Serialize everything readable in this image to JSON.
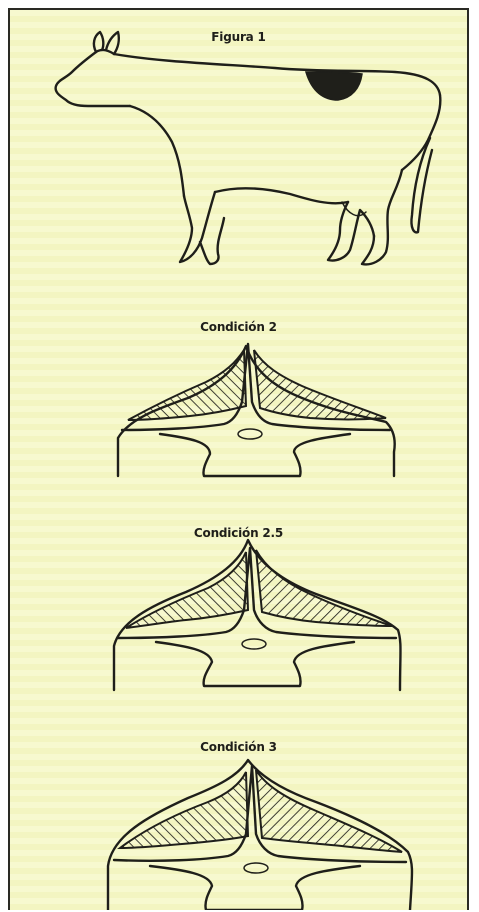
{
  "labels": {
    "figure": "Figura 1",
    "condition_2": "Condición 2",
    "condition_2_5": "Condición 2.5",
    "condition_3": "Condición 3"
  },
  "colors": {
    "background": "#f6f8c6",
    "ink": "#1f1f1a"
  }
}
